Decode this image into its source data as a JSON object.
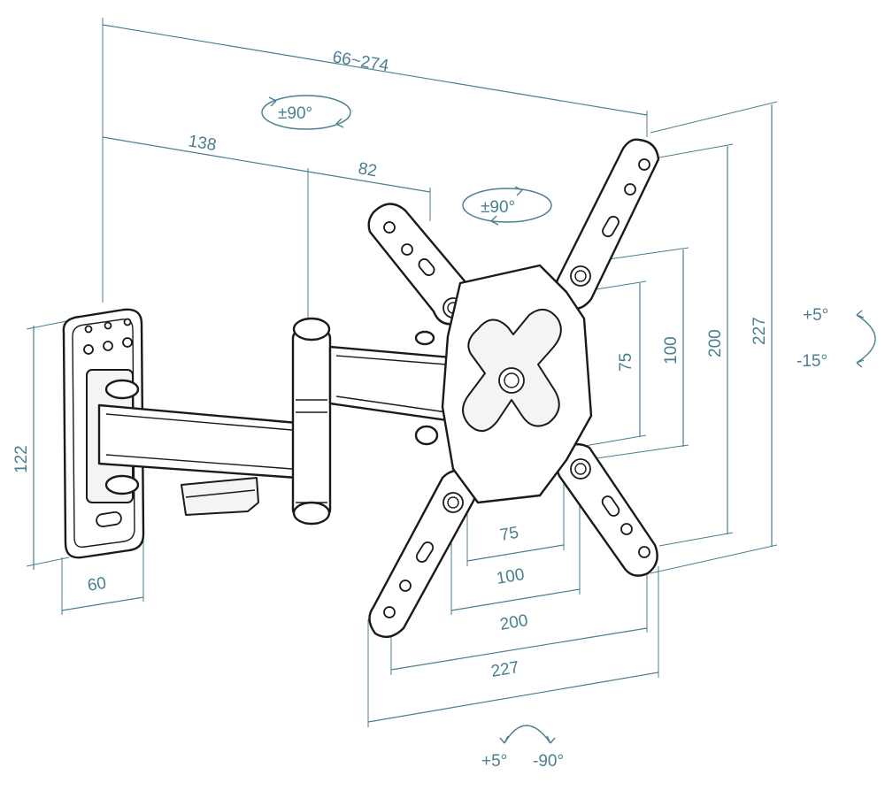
{
  "dimensions": {
    "arm_extension": "66~274",
    "wall_to_pivot": "138",
    "pivot_to_plate": "82",
    "wall_plate_height": "122",
    "wall_plate_width": "60",
    "vesa_h_75": "75",
    "vesa_h_100": "100",
    "vesa_h_200": "200",
    "vesa_h_227": "227",
    "vesa_v_75": "75",
    "vesa_v_100": "100",
    "vesa_v_200": "200",
    "vesa_v_227": "227"
  },
  "rotation": {
    "swivel_arm": "±90°",
    "swivel_plate": "±90°",
    "tilt_up": "+5°",
    "tilt_down": "-15°",
    "pan_left": "+5°",
    "pan_right": "-90°"
  },
  "colors": {
    "dimension_line": "#4a7f8f",
    "part_outline": "#1a1a1a"
  }
}
